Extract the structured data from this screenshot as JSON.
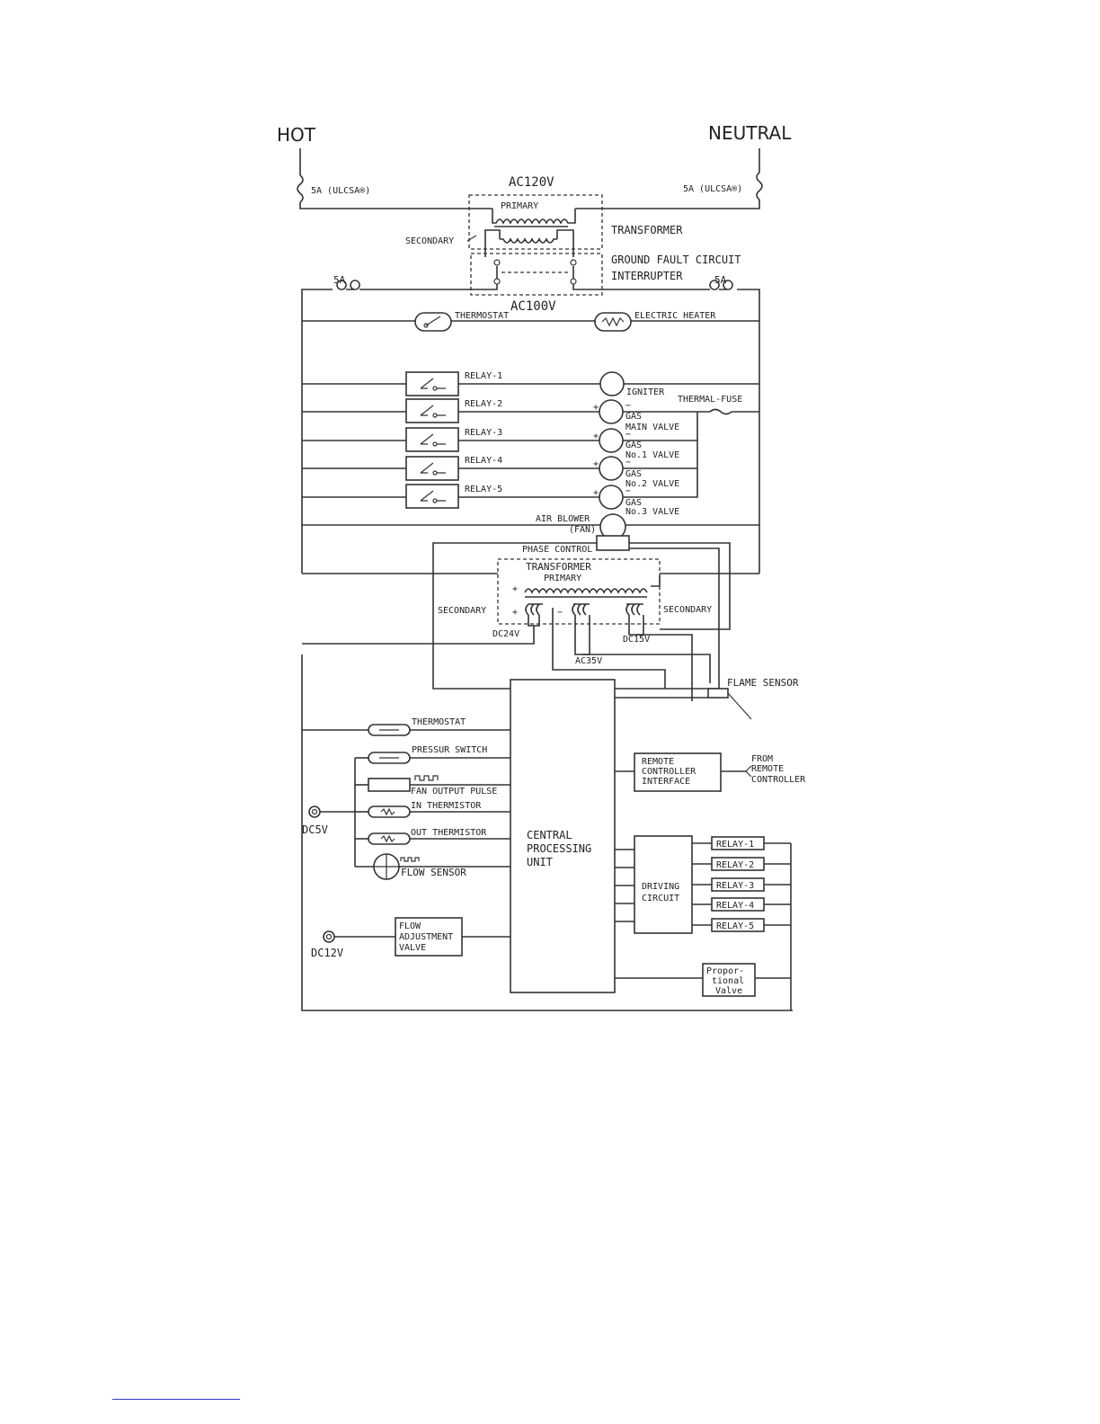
{
  "labels": {
    "hot": "HOT",
    "neutral": "NEUTRAL",
    "fuse_left": "5A (ULCSA®)",
    "fuse_right": "5A (ULCSA®)",
    "ac120v": "AC120V",
    "primary_top": "PRIMARY",
    "secondary_top": "SECONDARY",
    "transformer_top": "TRANSFORMER",
    "gfci_line1": "GROUND FAULT CIRCUIT",
    "gfci_line2": "INTERRUPTER",
    "fuse_5a_left": "5A",
    "fuse_5a_right": "5A",
    "ac100v": "AC100V",
    "thermostat_top": "THERMOSTAT",
    "electric_heater": "ELECTRIC HEATER",
    "relay_1": "RELAY-1",
    "relay_2": "RELAY-2",
    "relay_3": "RELAY-3",
    "relay_4": "RELAY-4",
    "relay_5": "RELAY-5",
    "igniter": "IGNITER",
    "thermal_fuse": "THERMAL-FUSE",
    "gas_main_1": "GAS",
    "gas_main_2": "MAIN VALVE",
    "gas_no1_1": "GAS",
    "gas_no1_2": "No.1 VALVE",
    "gas_no2_1": "GAS",
    "gas_no2_2": "No.2 VALVE",
    "gas_no3_1": "GAS",
    "gas_no3_2": "No.3 VALVE",
    "air_blower_1": "AIR BLOWER",
    "air_blower_2": "(FAN)",
    "phase_control": "PHASE CONTROL",
    "transformer_mid": "TRANSFORMER",
    "primary_mid": "PRIMARY",
    "secondary_mid_left": "SECONDARY",
    "secondary_mid_right": "SECONDARY",
    "dc24v": "DC24V",
    "dc15v": "DC15V",
    "ac35v": "AC35V",
    "flame_sensor": "FLAME SENSOR",
    "thermostat_low": "THERMOSTAT",
    "pressur_switch": "PRESSUR SWITCH",
    "fan_output_pulse": "FAN OUTPUT PULSE",
    "in_thermistor": "IN THERMISTOR",
    "out_thermistor": "OUT THERMISTOR",
    "flow_sensor": "FLOW SENSOR",
    "dc5v": "DC5V",
    "dc12v": "DC12V",
    "flow_adj_1": "FLOW",
    "flow_adj_2": "ADJUSTMENT",
    "flow_adj_3": "VALVE",
    "cpu_1": "CENTRAL",
    "cpu_2": "PROCESSING",
    "cpu_3": "UNIT",
    "remote_if_1": "REMOTE",
    "remote_if_2": "CONTROLLER",
    "remote_if_3": "INTERFACE",
    "from_remote_1": "FROM",
    "from_remote_2": "REMOTE",
    "from_remote_3": "CONTROLLER",
    "driving_1": "DRIVING",
    "driving_2": "CIRCUIT",
    "relay_out_1": "RELAY-1",
    "relay_out_2": "RELAY-2",
    "relay_out_3": "RELAY-3",
    "relay_out_4": "RELAY-4",
    "relay_out_5": "RELAY-5",
    "prop_valve_1": "Propor-",
    "prop_valve_2": "tional",
    "prop_valve_3": "Valve",
    "plus": "+",
    "minus": "−"
  }
}
